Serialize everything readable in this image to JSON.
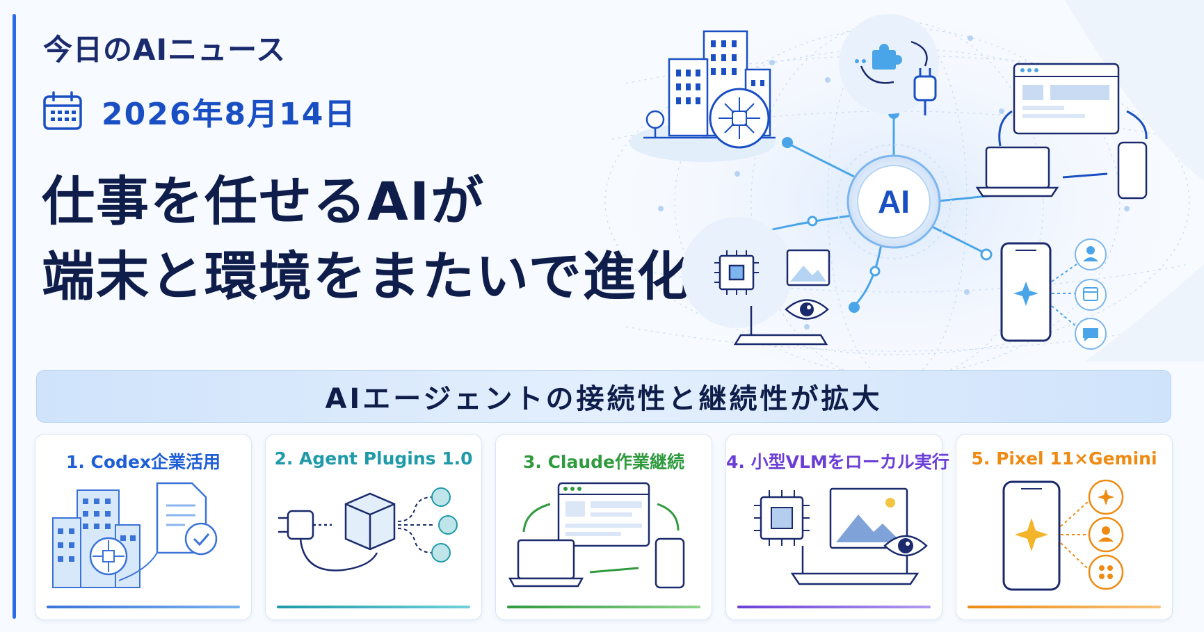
{
  "header": {
    "news_label": "今日のAIニュース",
    "date": "2026年8月14日"
  },
  "headline": {
    "line1": "仕事を任せるAIが",
    "line2": "端末と環境をまたいで進化"
  },
  "hero": {
    "hub_label": "AI"
  },
  "banner": {
    "text": "AIエージェントの接続性と継続性が拡大"
  },
  "cards": [
    {
      "title": "1. Codex企業活用",
      "color": "#1f5fd6"
    },
    {
      "title": "2. Agent Plugins 1.0",
      "color": "#1e9aa8"
    },
    {
      "title": "3. Claude作業継続",
      "color": "#2f9a3e"
    },
    {
      "title": "4. 小型VLMをローカル実行",
      "color": "#6b3fd6"
    },
    {
      "title": "5. Pixel 11×Gemini",
      "color": "#ee8a12"
    }
  ],
  "colors": {
    "accent": "#2b6ce6",
    "headline": "#0f1d4a",
    "date": "#1a4fc4"
  },
  "icons": [
    "calendar-icon",
    "building-icon",
    "chip-icon",
    "puzzle-icon",
    "plug-icon",
    "browser-icon",
    "laptop-icon",
    "phone-icon",
    "eye-icon",
    "image-icon",
    "user-icon",
    "chat-icon",
    "sparkle-icon",
    "document-icon",
    "check-icon",
    "box-icon"
  ]
}
